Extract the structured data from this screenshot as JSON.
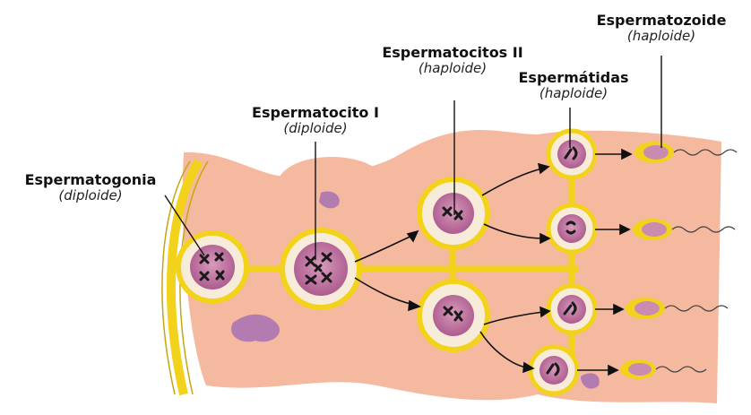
{
  "labels": {
    "spermatogonia": {
      "name": "Espermatogonia",
      "ploidy": "(diploide)"
    },
    "spermatocyte1": {
      "name": "Espermatocito I",
      "ploidy": "(diploide)"
    },
    "spermatocyte2": {
      "name": "Espermatocitos II",
      "ploidy": "(haploide)"
    },
    "spermatids": {
      "name": "Espermátidas",
      "ploidy": "(haploide)"
    },
    "spermatozoa": {
      "name": "Espermatozoide",
      "ploidy": "(haploide)"
    }
  },
  "colors": {
    "tissue": "#f5b9a0",
    "membrane": "#f3d21b",
    "cytoplasm": "#f7ecd9",
    "nucleus": "#c27aa0",
    "chromosome": "#1a1a1a"
  }
}
